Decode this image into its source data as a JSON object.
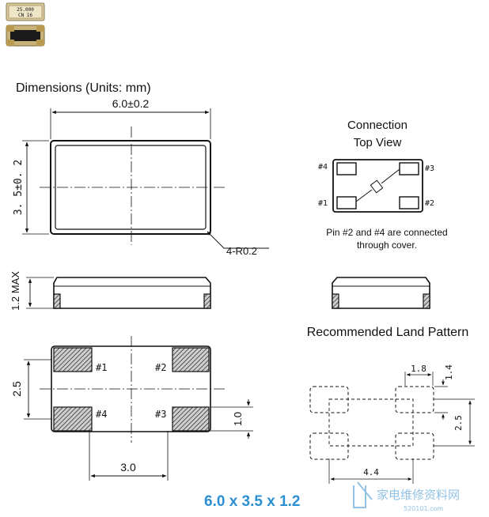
{
  "thumbnail": {
    "marking_line1": "25.000",
    "marking_line2": "CN 16"
  },
  "titles": {
    "dimensions": "Dimensions (Units: mm)",
    "connection_line1": "Connection",
    "connection_line2": "Top View",
    "connection_note_line1": "Pin #2 and #4 are connected",
    "connection_note_line2": "through cover.",
    "land_pattern": "Recommended Land Pattern",
    "size": "6.0 x 3.5 x 1.2"
  },
  "dims": {
    "length": "6.0±0.2",
    "width": "3. 5±0. 2",
    "radius": "4-R0.2",
    "height": "1.2 MAX",
    "pad_pitch_v": "2.5",
    "pad_pitch_h": "3.0",
    "pad_height": "1.0",
    "land_w": "1.8",
    "land_h": "1.4",
    "land_pitch_v": "2.5",
    "land_pitch_h": "4.4"
  },
  "pins": {
    "p1": "#1",
    "p2": "#2",
    "p3": "#3",
    "p4": "#4"
  },
  "watermark": {
    "cn": "家电维修资料网",
    "url": "520101.com"
  },
  "colors": {
    "accent": "#2b8fd4",
    "watermark": "#7fb8df"
  }
}
